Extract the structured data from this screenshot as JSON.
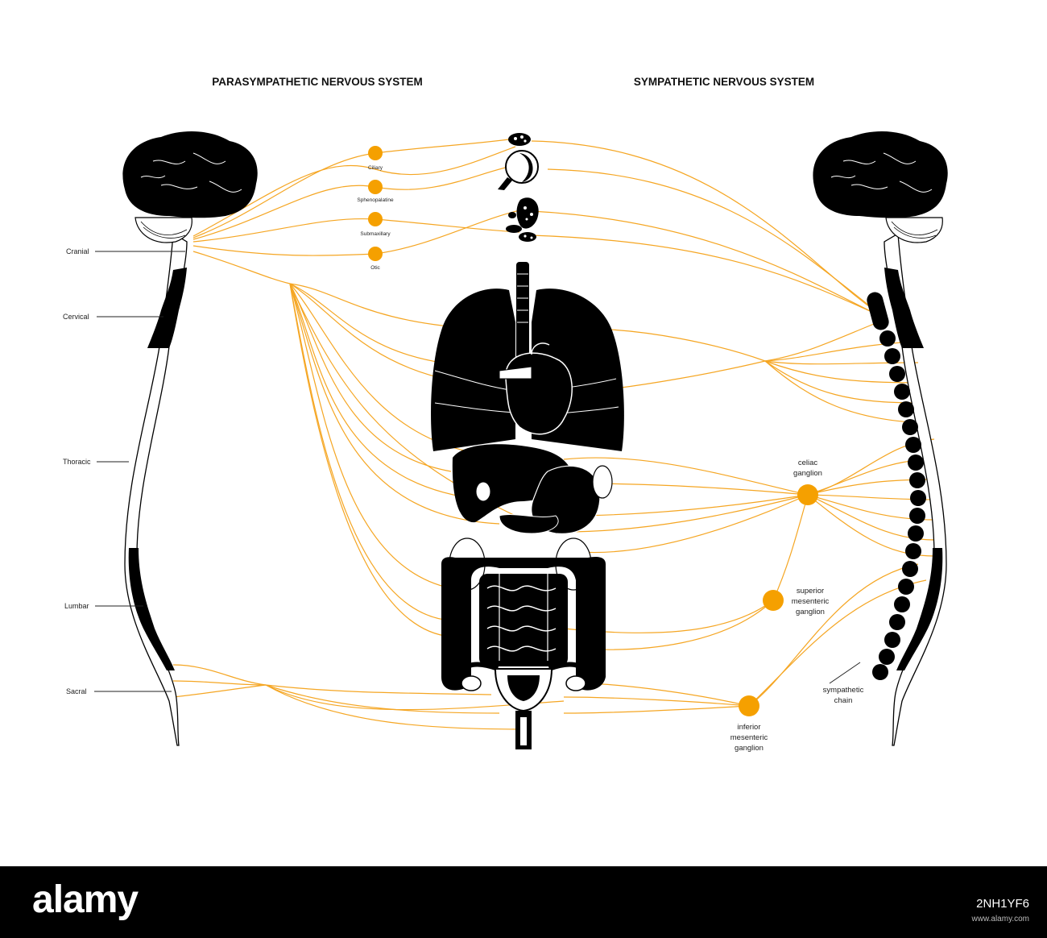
{
  "titles": {
    "left": "PARASYMPATHETIC NERVOUS SYSTEM",
    "right": "SYMPATHETIC NERVOUS SYSTEM"
  },
  "spine_sections": [
    "Cranial",
    "Cervical",
    "Thoracic",
    "Lumbar",
    "Sacral"
  ],
  "cranial_ganglia": [
    "Ciliary",
    "Sphenopalatine",
    "Submaxillary",
    "Otic"
  ],
  "sympathetic_ganglia": {
    "celiac": [
      "celiac",
      "ganglion"
    ],
    "superior": [
      "superior",
      "mesenteric",
      "ganglion"
    ],
    "inferior": [
      "inferior",
      "mesenteric",
      "ganglion"
    ],
    "chain": [
      "sympathetic",
      "chain"
    ]
  },
  "colors": {
    "nerve": "#f5a623",
    "ganglion": "#f5a000",
    "organ": "#000000"
  },
  "footer": {
    "logo": "alamy",
    "image_id": "2NH1YF6",
    "meta": "www.alamy.com"
  }
}
